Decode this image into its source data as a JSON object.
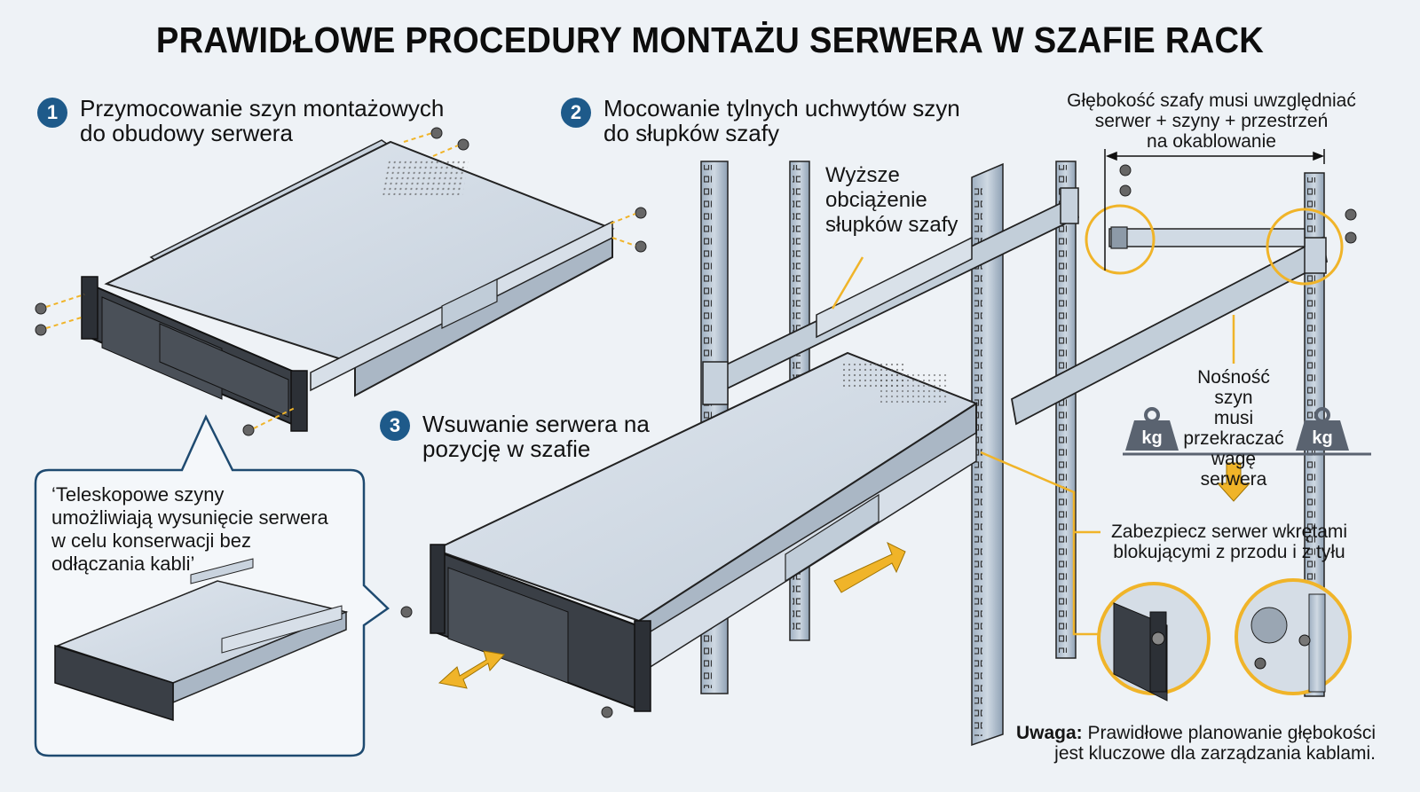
{
  "title": "PRAWIDŁOWE PROCEDURY MONTAŻU SERWERA W SZAFIE RACK",
  "colors": {
    "background": "#eef2f6",
    "step_badge": "#1e5a8a",
    "accent_yellow": "#f0b429",
    "metal": "#b9c7d6",
    "server_front": "#3a3f46",
    "text": "#111111",
    "weight_icon": "#5a6370"
  },
  "steps": [
    {
      "number": "1",
      "line1": "Przymocowanie szyn montażowych",
      "line2": "do obudowy serwera"
    },
    {
      "number": "2",
      "line1": "Mocowanie tylnych uchwytów szyn",
      "line2": "do słupków szafy"
    },
    {
      "number": "3",
      "line1": "Wsuwanie serwera na",
      "line2": "pozycję w szafie"
    }
  ],
  "notes": {
    "depth": [
      "Głębokość szafy musi uwzględniać",
      "serwer + szyny + przestrzeń",
      "na okablowanie"
    ],
    "load": [
      "Wyższe",
      "obciążenie",
      "słupków szafy"
    ],
    "capacity": [
      "Nośność szyn",
      "musi",
      "przekraczać",
      "wagę serwera"
    ],
    "secure": [
      "Zabezpiecz serwer wkrętami",
      "blokującymi z przodu i z tyłu"
    ],
    "warning_label": "Uwaga:",
    "warning_line1": "Prawidłowe planowanie głębokości",
    "warning_line2": "jest kluczowe dla zarządzania kablami."
  },
  "callout": {
    "lines": [
      "‘Teleskopowe szyny",
      "umożliwiają wysunięcie serwera",
      "w celu konserwacji bez",
      "odłączania kabli’"
    ]
  },
  "icons": {
    "weight_label": "kg"
  }
}
